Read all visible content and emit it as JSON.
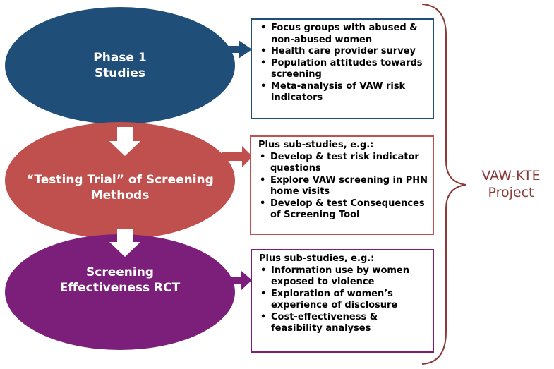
{
  "colors": {
    "phase1": "#1f4e79",
    "testing": "#c0504d",
    "screening": "#7b1f7b",
    "down_arrow": "#ffffff",
    "brace": "#8b3a3a"
  },
  "phases": [
    {
      "lines": [
        "Phase 1",
        "Studies"
      ]
    },
    {
      "lines": [
        "“Testing Trial” of Screening",
        "Methods"
      ]
    },
    {
      "lines": [
        "Screening",
        "Effectiveness RCT"
      ]
    }
  ],
  "boxes": [
    {
      "intro": "",
      "items": [
        "Focus groups with abused & non-abused women",
        "Health care provider survey",
        "Population attitudes towards screening",
        "Meta-analysis of VAW risk indicators"
      ]
    },
    {
      "intro": "Plus sub-studies, e.g.:",
      "items": [
        "Develop & test risk indicator questions",
        "Explore VAW screening in PHN home visits",
        "Develop & test Consequences of Screening Tool"
      ]
    },
    {
      "intro": "Plus sub-studies, e.g.:",
      "items": [
        "Information use by women exposed to violence",
        "Exploration of women’s experience of disclosure",
        "Cost-effectiveness & feasibility analyses"
      ]
    }
  ],
  "project": {
    "lines": [
      "VAW-KTE",
      "Project"
    ]
  }
}
